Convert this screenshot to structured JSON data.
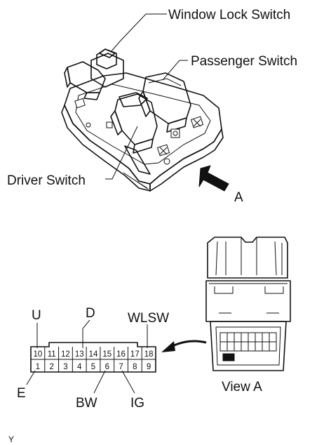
{
  "labels": {
    "window_lock_switch": "Window Lock Switch",
    "passenger_switch": "Passenger Switch",
    "driver_switch": "Driver Switch",
    "view_arrow": "A",
    "view_a": "View A",
    "figure_code": "Y"
  },
  "terminal_labels": {
    "u": "U",
    "d": "D",
    "wlsw": "WLSW",
    "e": "E",
    "bw": "BW",
    "ig": "IG"
  },
  "connector": {
    "top_row": [
      "10",
      "11",
      "12",
      "13",
      "14",
      "15",
      "16",
      "17",
      "18"
    ],
    "bottom_row": [
      "1",
      "2",
      "3",
      "4",
      "5",
      "6",
      "7",
      "8",
      "9"
    ]
  }
}
